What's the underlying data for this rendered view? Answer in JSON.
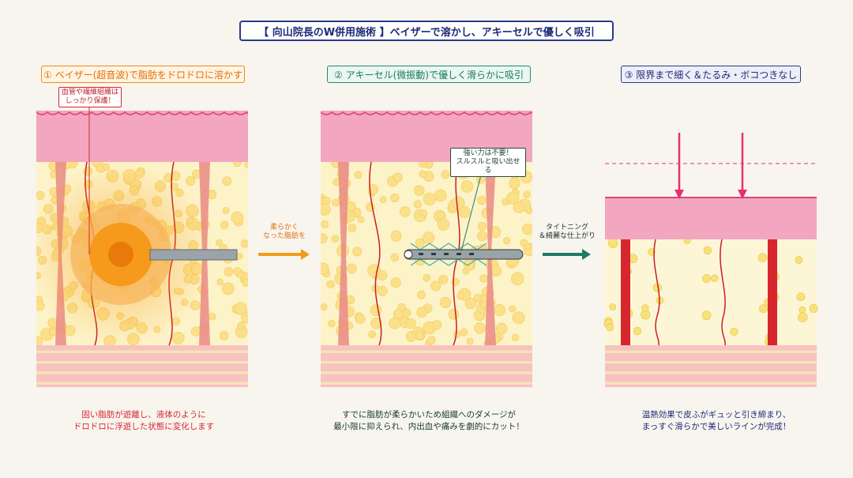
{
  "title": "【 向山院長のW併用施術 】ベイザーで溶かし、アキーセルで優しく吸引",
  "steps": [
    {
      "label": "① ベイザー(超音波)で脂肪をドロドロに溶かす"
    },
    {
      "label": "② アキーセル(微振動)で優しく滑らかに吸引"
    },
    {
      "label": "③ 限界まで細く＆たるみ・ボコつきなし"
    }
  ],
  "notes": {
    "vessel_protect": [
      "血管や繊維組織は",
      "しっかり保護！"
    ],
    "no_force": [
      "強い力は不要！",
      "スルスルと吸い出せる"
    ]
  },
  "arrows": {
    "arrow1": [
      "柔らかく",
      "なった脂肪を"
    ],
    "arrow2": [
      "タイトニング",
      "＆綺麗な仕上がり"
    ]
  },
  "captions": [
    [
      "固い脂肪が遊離し、液体のように",
      "ドロドロに浮遊した状態に変化します"
    ],
    [
      "すでに脂肪が柔らかいため組織へのダメージが",
      "最小限に抑えられ、内出血や痛みを劇的にカット！"
    ],
    [
      "温熱効果で皮ふがギュッと引き締まり、",
      "まっすぐ滑らかで美しいラインが完成！"
    ]
  ],
  "colors": {
    "skin": "#f2a6bf",
    "skin_edge": "#e0407a",
    "fat_bg": "#fdf3c8",
    "fat_dot": "#fbe08a",
    "vessel": "#c81e2a",
    "vessel_band": "#e98a86",
    "stripe_a": "#f7c3c0",
    "stripe_b": "#f7e4b8",
    "orange": "#f59a1a",
    "teal": "#1f7a68",
    "pink_arrow": "#e8306e",
    "navy": "#2a3a8c"
  }
}
